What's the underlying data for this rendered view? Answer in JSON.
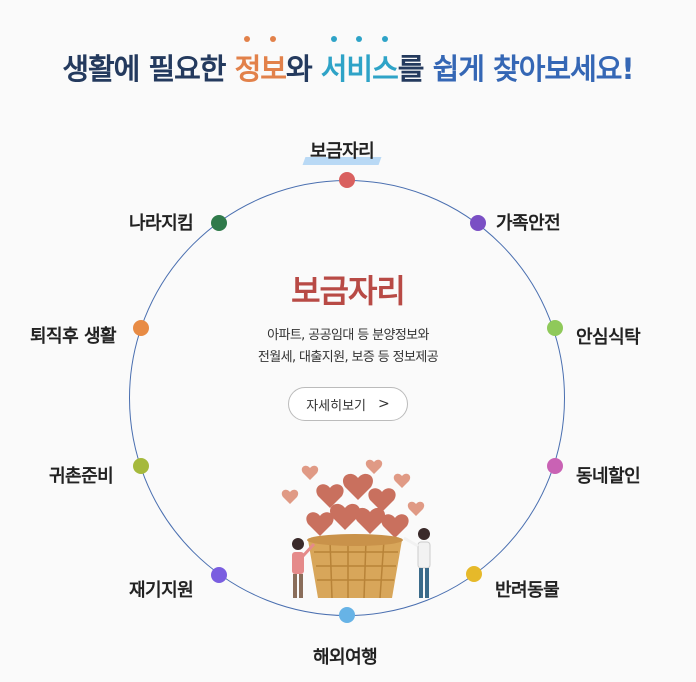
{
  "headline": {
    "part1": "생활에 필요한 ",
    "part2": "정보",
    "part3": "와 ",
    "part4": "서비스",
    "part5": "를 ",
    "part6": "쉽게 찾아보세요!"
  },
  "categories": [
    {
      "label": "보금자리",
      "color": "#d9605f",
      "active": true
    },
    {
      "label": "가족안전",
      "color": "#7a4fc4"
    },
    {
      "label": "안심식탁",
      "color": "#8fc95a"
    },
    {
      "label": "동네할인",
      "color": "#c962b4"
    },
    {
      "label": "반려동물",
      "color": "#e6b92a"
    },
    {
      "label": "해외여행",
      "color": "#67b3e6"
    },
    {
      "label": "재기지원",
      "color": "#7a5ee0"
    },
    {
      "label": "귀촌준비",
      "color": "#a5b93c"
    },
    {
      "label": "퇴직후 생활",
      "color": "#e88b44"
    },
    {
      "label": "나라지킴",
      "color": "#2f7a4a"
    }
  ],
  "detail": {
    "title": "보금자리",
    "desc_line1": "아파트, 공공임대 등 분양정보와",
    "desc_line2": "전월세, 대출지원, 보증 등 정보제공",
    "button_label": "자세히보기",
    "button_icon": "chevron-right-icon"
  },
  "illustration": "people-with-basket-of-hearts"
}
